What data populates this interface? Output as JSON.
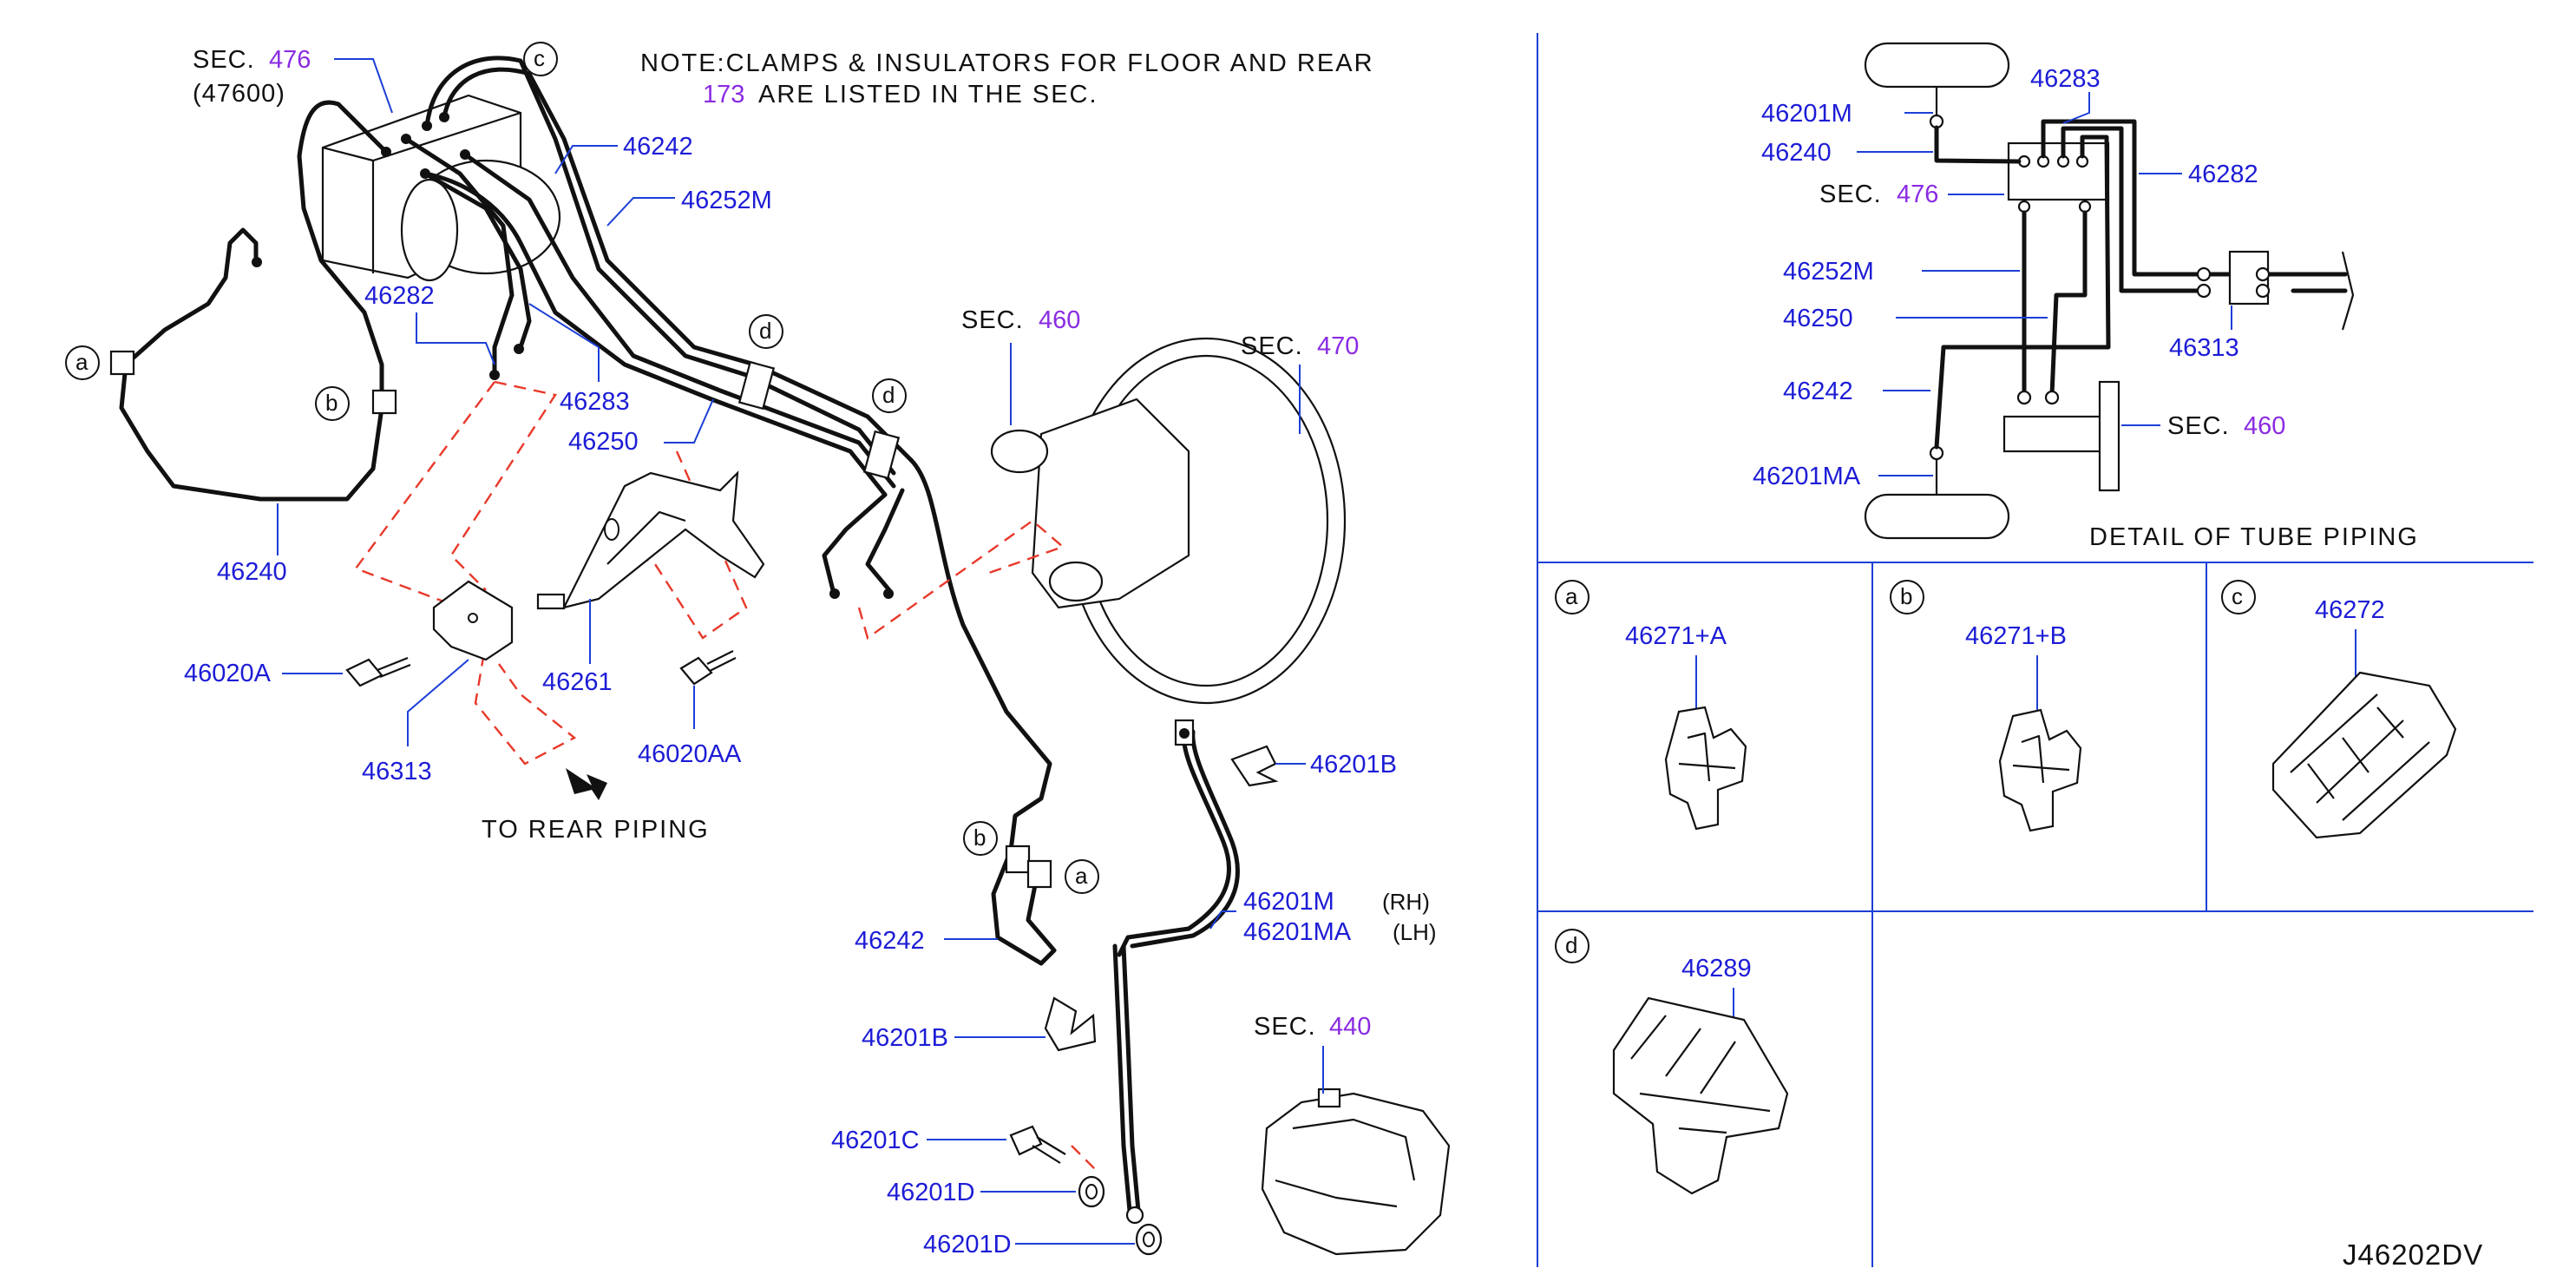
{
  "note": {
    "line1": "NOTE:CLAMPS & INSULATORS FOR FLOOR AND REAR",
    "line2_num": "173",
    "line2_rest": "ARE LISTED IN THE SEC."
  },
  "sections": {
    "sec_prefix": "SEC.",
    "s476": "476",
    "s476_sub": "(47600)",
    "s460": "460",
    "s470": "470",
    "s440": "440"
  },
  "parts": {
    "p46242": "46242",
    "p46252M": "46252M",
    "p46282": "46282",
    "p46283": "46283",
    "p46250": "46250",
    "p46240": "46240",
    "p46020A": "46020A",
    "p46313": "46313",
    "p46261": "46261",
    "p46020AA": "46020AA",
    "p46201B": "46201B",
    "p46201M": "46201M",
    "p46201MA": "46201MA",
    "p46201C": "46201C",
    "p46201D": "46201D",
    "p46271A": "46271+A",
    "p46271B": "46271+B",
    "p46272": "46272",
    "p46289": "46289"
  },
  "side_labels": {
    "rh": "(RH)",
    "lh": "(LH)"
  },
  "to_rear": "TO REAR PIPING",
  "detail_title": "DETAIL OF TUBE PIPING",
  "callouts": {
    "a": "a",
    "b": "b",
    "c": "c",
    "d": "d"
  },
  "diagram_id": "J46202DV",
  "colors": {
    "part_number": "#1c1cd6",
    "section_number": "#8a2be2",
    "dashed_outline": "#e8392a",
    "frame": "#1c3fd6"
  }
}
